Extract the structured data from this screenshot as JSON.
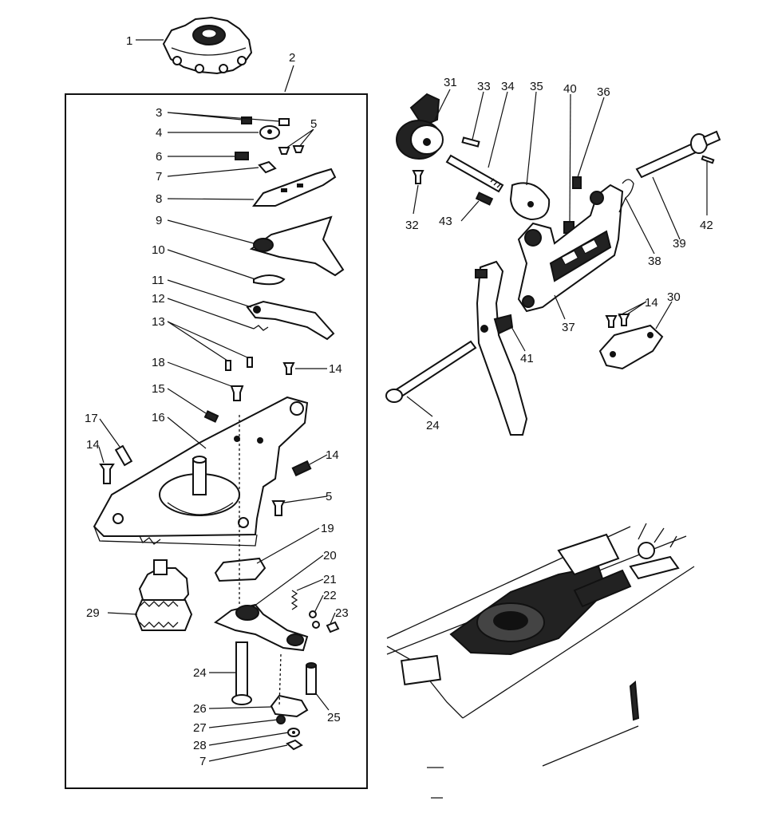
{
  "labels": [
    "1",
    "2",
    "3",
    "4",
    "5",
    "6",
    "7",
    "8",
    "9",
    "10",
    "11",
    "12",
    "13",
    "18",
    "14",
    "15",
    "16",
    "17",
    "14",
    "14",
    "5",
    "19",
    "20",
    "21",
    "22",
    "23",
    "29",
    "24",
    "26",
    "27",
    "28",
    "7",
    "25",
    "31",
    "33",
    "34",
    "35",
    "40",
    "36",
    "32",
    "43",
    "39",
    "42",
    "38",
    "14",
    "30",
    "37",
    "41",
    "24"
  ],
  "colors": {
    "ink": "#111111",
    "paper": "#ffffff"
  }
}
